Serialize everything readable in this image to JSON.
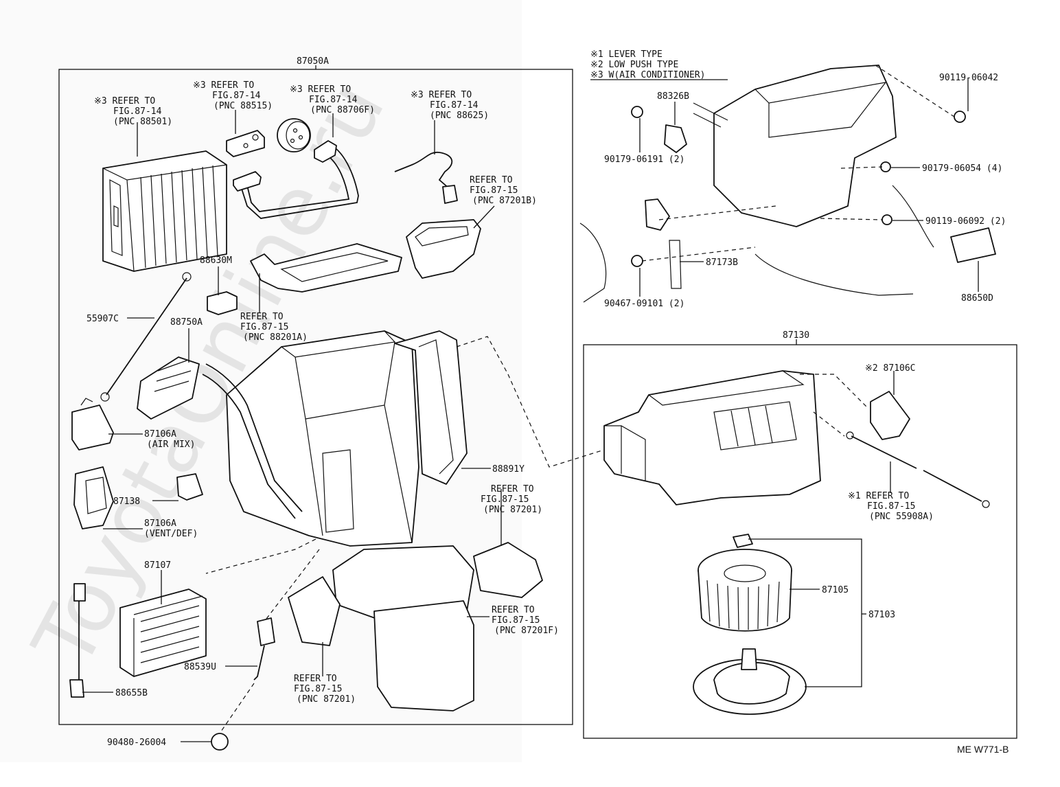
{
  "watermark": "ToyotaOnline.ru",
  "figure_code": "ME W771-B",
  "legend": [
    "※1 LEVER TYPE",
    "※2 LOW PUSH TYPE",
    "※3 W(AIR CONDITIONER)"
  ],
  "groups": {
    "left": "87050A",
    "blower": "87130"
  },
  "refs": {
    "r88501": [
      "※3 REFER TO",
      "FIG.87-14",
      "(PNC 88501)"
    ],
    "r88515": [
      "※3 REFER TO",
      "FIG.87-14",
      "(PNC 88515)"
    ],
    "r88706f": [
      "※3 REFER TO",
      "FIG.87-14",
      "(PNC 88706F)"
    ],
    "r88625": [
      "※3 REFER TO",
      "FIG.87-14",
      "(PNC 88625)"
    ],
    "r87201b": [
      "REFER TO",
      "FIG.87-15",
      "(PNC 87201B)"
    ],
    "r88201a": [
      "REFER TO",
      "FIG.87-15",
      "(PNC 88201A)"
    ],
    "r87201_top": [
      "REFER TO",
      "FIG.87-15",
      "(PNC 87201)"
    ],
    "r87201f": [
      "REFER TO",
      "FIG.87-15",
      "(PNC 87201F)"
    ],
    "r87201_bot": [
      "REFER TO",
      "FIG.87-15",
      "(PNC 87201)"
    ],
    "r55908a": [
      "※1 REFER TO",
      "FIG.87-15",
      "(PNC 55908A)"
    ]
  },
  "parts": {
    "p88630m": "88630M",
    "p55907c": "55907C",
    "p88750a": "88750A",
    "p87106a_mix": [
      "87106A",
      "(AIR MIX)"
    ],
    "p87138": "87138",
    "p87106a_vent": [
      "87106A",
      "(VENT/DEF)"
    ],
    "p87107": "87107",
    "p88891y": "88891Y",
    "p88539u": "88539U",
    "p88655b": "88655B",
    "p90480": "90480-26004",
    "p88326b": "88326B",
    "p90179_06191": "90179-06191 (2)",
    "p90119_06042": "90119-06042",
    "p90179_06054": "90179-06054 (4)",
    "p90119_06092": "90119-06092 (2)",
    "p88650d": "88650D",
    "p87173b": "87173B",
    "p90467": "90467-09101 (2)",
    "p87106c": "※2 87106C",
    "p87105": "87105",
    "p87103": "87103"
  }
}
